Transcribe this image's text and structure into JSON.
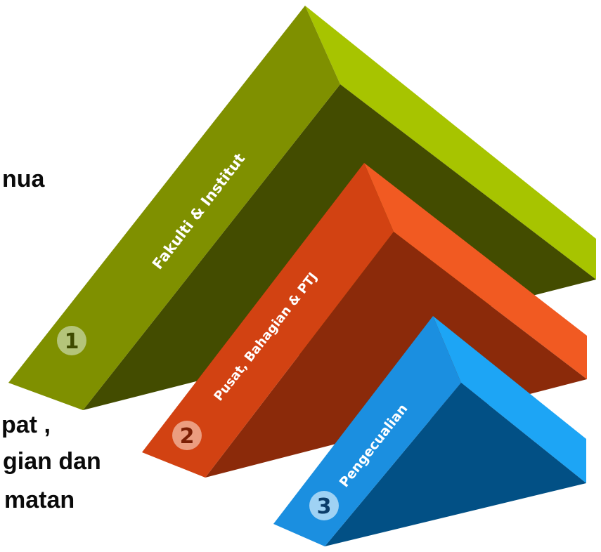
{
  "background_text": {
    "line1": "nua",
    "line2": "pat ,",
    "line3": "gian dan",
    "line4": "matan"
  },
  "tiers": [
    {
      "number": "1",
      "label": "Fakulti & Institut",
      "color": "#7f9000"
    },
    {
      "number": "2",
      "label": "Pusat, Bahagian & PTJ",
      "color": "#d24212"
    },
    {
      "number": "3",
      "label": "Pengecualian",
      "color": "#1b8fe0"
    }
  ]
}
